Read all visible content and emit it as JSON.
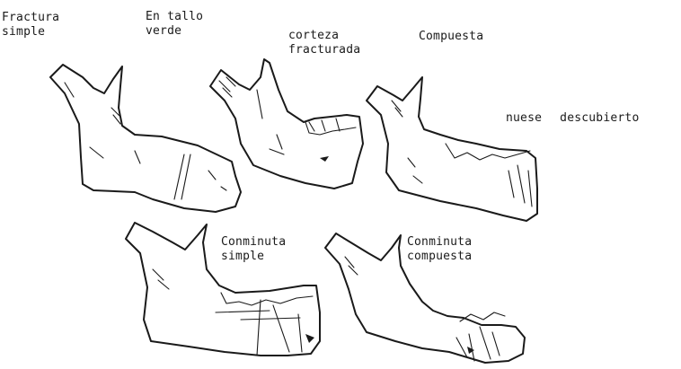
{
  "labels": {
    "fractura_l1": "Fractura",
    "fractura_l2": "simple",
    "tallo_l1": "En tallo",
    "tallo_l2": "verde",
    "corteza_l1": "corteza",
    "corteza_l2": "fracturada",
    "compuesta": "Compuesta",
    "hueso": "nuese",
    "descubierto": "descubierto",
    "conminuta_simple_l1": "Conminuta",
    "conminuta_simple_l2": "simple",
    "conminuta_compuesta_l1": "Conminuta",
    "conminuta_compuesta_l2": "compuesta"
  }
}
